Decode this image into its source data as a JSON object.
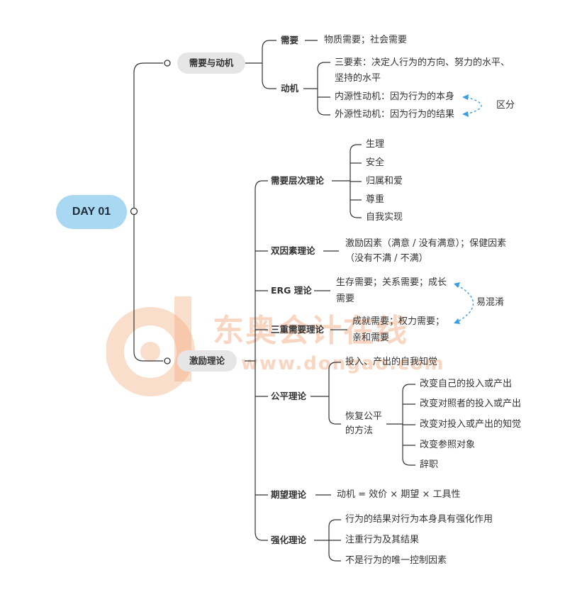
{
  "root": "DAY 01",
  "watermark": {
    "brand": "东奥会计在线",
    "url": "www.dongao.com"
  },
  "branch1": {
    "label": "需要与动机",
    "need": {
      "label": "需要",
      "content": "物质需要；社会需要"
    },
    "motive": {
      "label": "动机",
      "three_elements": "三要素：决定人行为的方向、努力的水平、坚持的水平",
      "intrinsic": "内源性动机：因为行为的本身",
      "extrinsic": "外源性动机：因为行为的结果",
      "distinguish": "区分"
    }
  },
  "branch2": {
    "label": "激励理论",
    "hierarchy": {
      "label": "需要层次理论",
      "items": [
        "生理",
        "安全",
        "归属和爱",
        "尊重",
        "自我实现"
      ]
    },
    "two_factor": {
      "label": "双因素理论",
      "content": "激励因素（满意 / 没有满意）；保健因素（没有不满 / 不满）"
    },
    "erg": {
      "label": "ERG 理论",
      "content": "生存需要；关系需要；成长需要"
    },
    "three_needs": {
      "label": "三重需要理论",
      "content": "成就需要；权力需要；亲和需要"
    },
    "confusing": "易混淆",
    "equity": {
      "label": "公平理论",
      "perception": "投入、产出的自我知觉",
      "restore": {
        "label": "恢复公平的方法",
        "items": [
          "改变自己的投入或产出",
          "改变对照者的投入或产出",
          "改变对投入或产出的知觉",
          "改变参照对象",
          "辞职"
        ]
      }
    },
    "expectancy": {
      "label": "期望理论",
      "content": "动机 = 效价 × 期望 × 工具性"
    },
    "reinforcement": {
      "label": "强化理论",
      "items": [
        "行为的结果对行为本身具有强化作用",
        "注重行为及其结果",
        "不是行为的唯一控制因素"
      ]
    }
  }
}
